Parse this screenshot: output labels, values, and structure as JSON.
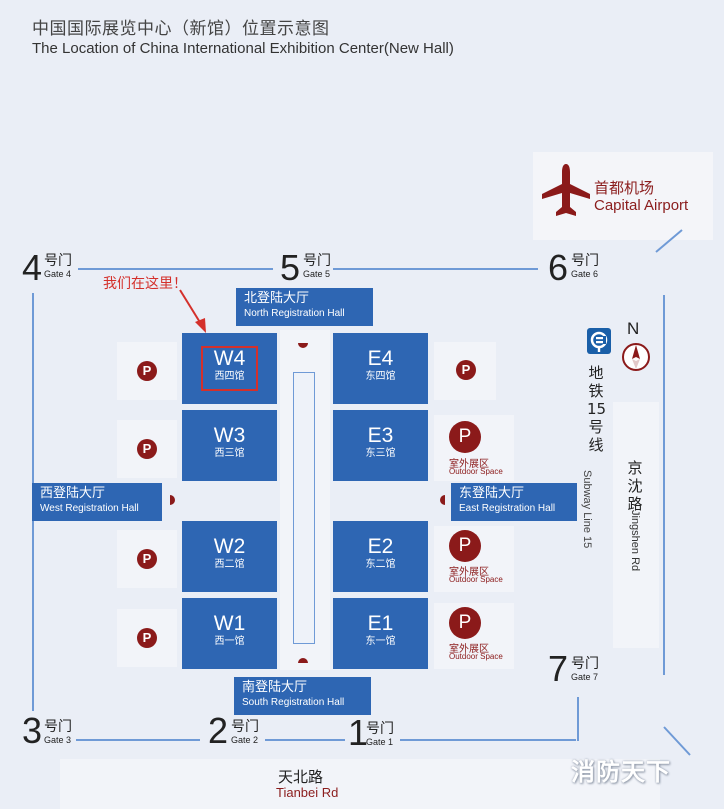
{
  "title": {
    "cn": "中国国际展览中心（新馆）位置示意图",
    "en": "The Location of China International Exhibition Center(New Hall)"
  },
  "airport": {
    "cn": "首都机场",
    "en": "Capital Airport",
    "icon": "airplane-icon"
  },
  "you_are_here": "我们在这里！",
  "halls": [
    {
      "code": "W4",
      "cn": "西四馆",
      "highlighted": true
    },
    {
      "code": "W3",
      "cn": "西三馆"
    },
    {
      "code": "W2",
      "cn": "西二馆"
    },
    {
      "code": "W1",
      "cn": "西一馆"
    },
    {
      "code": "E4",
      "cn": "东四馆"
    },
    {
      "code": "E3",
      "cn": "东三馆"
    },
    {
      "code": "E2",
      "cn": "东二馆"
    },
    {
      "code": "E1",
      "cn": "东一馆"
    }
  ],
  "registration_halls": {
    "north": {
      "cn": "北登陆大厅",
      "en": "North Registration Hall"
    },
    "south": {
      "cn": "南登陆大厅",
      "en": "South Registration Hall"
    },
    "west": {
      "cn": "西登陆大厅",
      "en": "West Registration Hall"
    },
    "east": {
      "cn": "东登陆大厅",
      "en": "East Registration Hall"
    }
  },
  "outdoor_space": {
    "cn": "室外展区",
    "en": "Outdoor Space"
  },
  "parking_symbol": "P",
  "gates": {
    "g1": {
      "num": "1",
      "cn": "号门",
      "en": "Gate 1"
    },
    "g2": {
      "num": "2",
      "cn": "号门",
      "en": "Gate 2"
    },
    "g3": {
      "num": "3",
      "cn": "号门",
      "en": "Gate 3"
    },
    "g4": {
      "num": "4",
      "cn": "号门",
      "en": "Gate 4"
    },
    "g5": {
      "num": "5",
      "cn": "号门",
      "en": "Gate 5"
    },
    "g6": {
      "num": "6",
      "cn": "号门",
      "en": "Gate 6"
    },
    "g7": {
      "num": "7",
      "cn": "号门",
      "en": "Gate 7"
    }
  },
  "compass": {
    "label": "N"
  },
  "metro": {
    "cn": "地铁15号线",
    "en": "Subway Line 15",
    "icon": "subway-logo-icon"
  },
  "roads": {
    "jingshen": {
      "cn": "京沈路",
      "en": "Jingshen Rd"
    },
    "tianbei": {
      "cn": "天北路",
      "en": "Tianbei Rd"
    }
  },
  "watermark": "消防天下",
  "colors": {
    "hall_blue": "#2e66b3",
    "road_blue": "#6f9ad6",
    "brand_red": "#8b1a1a",
    "highlight_red": "#d4302b"
  }
}
